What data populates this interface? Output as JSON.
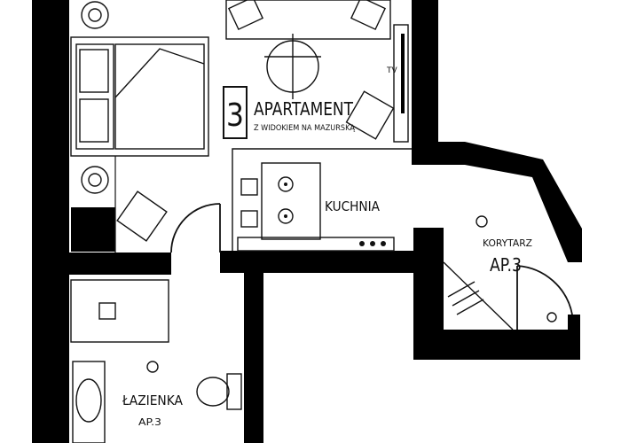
{
  "apartment": {
    "number": "3",
    "title": "APARTAMENT",
    "subtitle": "Z WIDOKIEM NA MAZURSKĄ"
  },
  "rooms": {
    "kitchen": "KUCHNIA",
    "corridor": "KORYTARZ",
    "corridor_code": "AP.3",
    "bathroom": "ŁAZIENKA",
    "bathroom_code": "AP.3"
  },
  "fixtures": {
    "tv": "TV"
  },
  "colors": {
    "wall": "#000000",
    "line": "#111111",
    "background": "#ffffff"
  }
}
